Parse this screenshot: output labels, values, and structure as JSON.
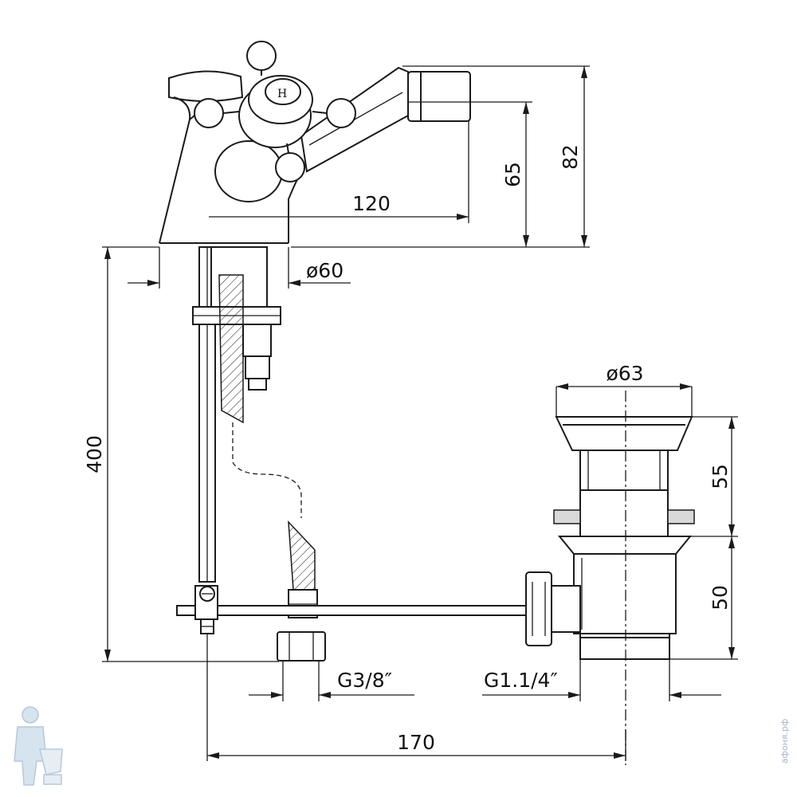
{
  "dimensions": {
    "spout_height": "82",
    "outlet_height": "65",
    "spout_reach": "120",
    "base_diameter": "ø60",
    "hose_length": "400",
    "waste_diameter": "ø63",
    "waste_upper": "55",
    "waste_lower": "50",
    "inlet_thread": "G3/8″",
    "waste_thread": "G1.1/4″",
    "total_width": "170"
  },
  "watermark": {
    "site": "афоня.рф",
    "logo_icon": "plumber-icon"
  },
  "colors": {
    "line": "#1a1a1a",
    "background": "#ffffff",
    "watermark": "#9fb6cc"
  }
}
